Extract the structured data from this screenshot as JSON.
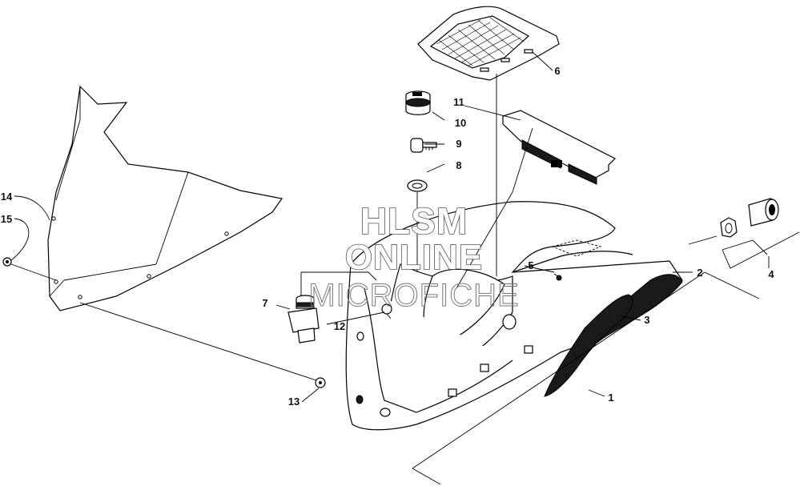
{
  "watermark": {
    "line1": "HLSM",
    "line2": "ONLINE",
    "line3": "MICROFICHE"
  },
  "callouts": [
    "1",
    "2",
    "3",
    "4",
    "5",
    "6",
    "7",
    "8",
    "9",
    "10",
    "11",
    "12",
    "13",
    "14",
    "15"
  ]
}
